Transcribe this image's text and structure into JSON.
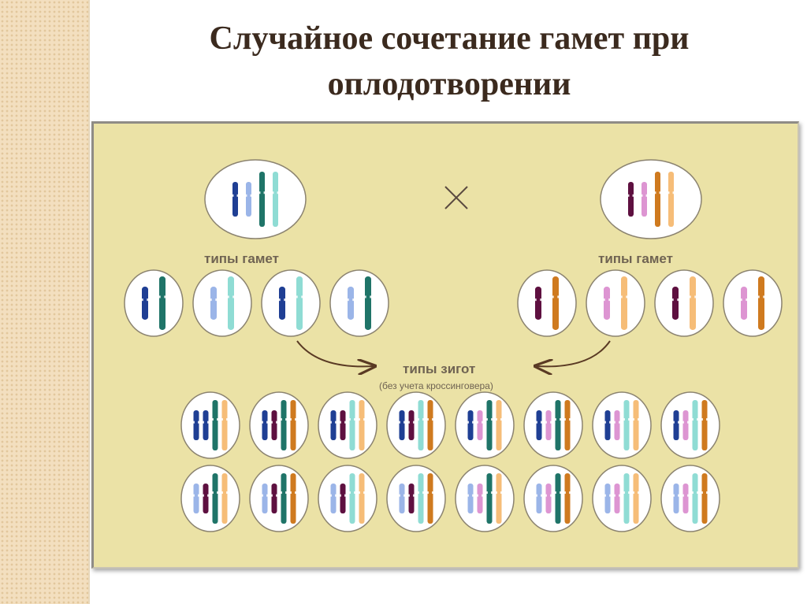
{
  "title": "Случайное сочетание гамет при оплодотворении",
  "labels": {
    "gametes_left": "типы гамет",
    "gametes_right": "типы гамет",
    "zygotes": "типы зигот",
    "zygotes_note": "(без учета кроссинговера)"
  },
  "cross_symbol": "×",
  "colors": {
    "panel_bg": "#ebe2a6",
    "dark_blue": "#1f3f94",
    "light_blue": "#9bb5e8",
    "dark_teal": "#1f7468",
    "light_teal": "#8fdcd4",
    "dark_purple": "#5e1040",
    "light_pink": "#dd95d2",
    "dark_orange": "#cf7a1f",
    "light_orange": "#f6bd78"
  },
  "parents": [
    {
      "name": "parent-left",
      "chromosomes": [
        "dark_blue",
        "light_blue",
        "dark_teal",
        "light_teal"
      ]
    },
    {
      "name": "parent-right",
      "chromosomes": [
        "dark_purple",
        "light_pink",
        "dark_orange",
        "light_orange"
      ]
    }
  ],
  "gametes_left": [
    [
      "dark_blue",
      "dark_teal"
    ],
    [
      "light_blue",
      "light_teal"
    ],
    [
      "dark_blue",
      "light_teal"
    ],
    [
      "light_blue",
      "dark_teal"
    ]
  ],
  "gametes_right": [
    [
      "dark_purple",
      "dark_orange"
    ],
    [
      "light_pink",
      "light_orange"
    ],
    [
      "dark_purple",
      "light_orange"
    ],
    [
      "light_pink",
      "dark_orange"
    ]
  ],
  "zygotes": [
    [
      "dark_blue",
      "dark_blue",
      "dark_teal",
      "light_orange"
    ],
    [
      "dark_blue",
      "dark_purple",
      "dark_teal",
      "dark_orange"
    ],
    [
      "dark_blue",
      "dark_purple",
      "light_teal",
      "light_orange"
    ],
    [
      "dark_blue",
      "dark_purple",
      "light_teal",
      "dark_orange"
    ],
    [
      "dark_blue",
      "light_pink",
      "dark_teal",
      "light_orange"
    ],
    [
      "dark_blue",
      "light_pink",
      "dark_teal",
      "dark_orange"
    ],
    [
      "dark_blue",
      "light_pink",
      "light_teal",
      "light_orange"
    ],
    [
      "dark_blue",
      "light_pink",
      "light_teal",
      "dark_orange"
    ],
    [
      "light_blue",
      "dark_purple",
      "dark_teal",
      "light_orange"
    ],
    [
      "light_blue",
      "dark_purple",
      "dark_teal",
      "dark_orange"
    ],
    [
      "light_blue",
      "dark_purple",
      "light_teal",
      "light_orange"
    ],
    [
      "light_blue",
      "dark_purple",
      "light_teal",
      "dark_orange"
    ],
    [
      "light_blue",
      "light_pink",
      "dark_teal",
      "light_orange"
    ],
    [
      "light_blue",
      "light_pink",
      "dark_teal",
      "dark_orange"
    ],
    [
      "light_blue",
      "light_pink",
      "light_teal",
      "light_orange"
    ],
    [
      "light_blue",
      "light_pink",
      "light_teal",
      "dark_orange"
    ]
  ]
}
